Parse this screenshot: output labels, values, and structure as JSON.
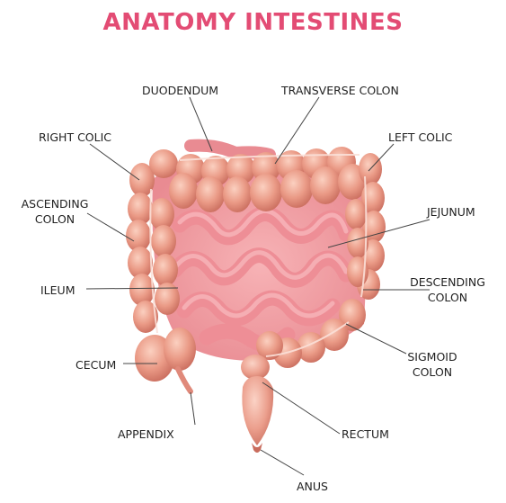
{
  "title": "ANATOMY INTESTINES",
  "colors": {
    "title": "#e34c74",
    "colon": "#e8917f",
    "colon_dark": "#c86a5c",
    "small_intestine": "#f09aa0",
    "background_tissue": "#f5a5a9",
    "leader_line": "#444444"
  },
  "labels": {
    "duodendum": "DUODENDUM",
    "transverse_colon": "TRANSVERSE COLON",
    "right_colic": "RIGHT COLIC",
    "left_colic": "LEFT COLIC",
    "ascending_colon": "ASCENDING\nCOLON",
    "jejunum": "JEJUNUM",
    "ileum": "ILEUM",
    "descending_colon": "DESCENDING\nCOLON",
    "cecum": "CECUM",
    "sigmoid_colon": "SIGMOID\nCOLON",
    "appendix": "APPENDIX",
    "rectum": "RECTUM",
    "anus": "ANUS"
  }
}
